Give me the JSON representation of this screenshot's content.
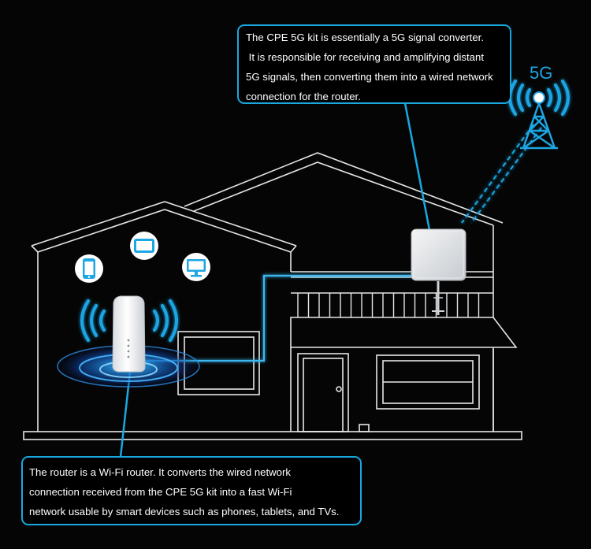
{
  "cpe_callout": {
    "lines": [
      "The CPE 5G kit is essentially a 5G signal converter.",
      " It is responsible for receiving and amplifying distant",
      "5G signals, then converting them into a wired network",
      "connection for the router."
    ]
  },
  "router_callout": {
    "lines": [
      "The router is a Wi-Fi router. It converts the wired network",
      "connection received from the CPE 5G kit into a fast Wi-Fi",
      "network usable by smart devices such as phones, tablets, and TVs."
    ]
  },
  "tower_label": "5G",
  "icons": {
    "phone": "smartphone-icon",
    "tablet": "tablet-icon",
    "monitor": "monitor-icon",
    "tower": "cell-tower-icon",
    "router": "wifi-router-icon",
    "cpe": "cpe-antenna-icon"
  },
  "colors": {
    "background": "#050505",
    "accent": "#1ea5e4",
    "house_lines": "#e8e8e8",
    "icon_bg": "#ffffff"
  }
}
